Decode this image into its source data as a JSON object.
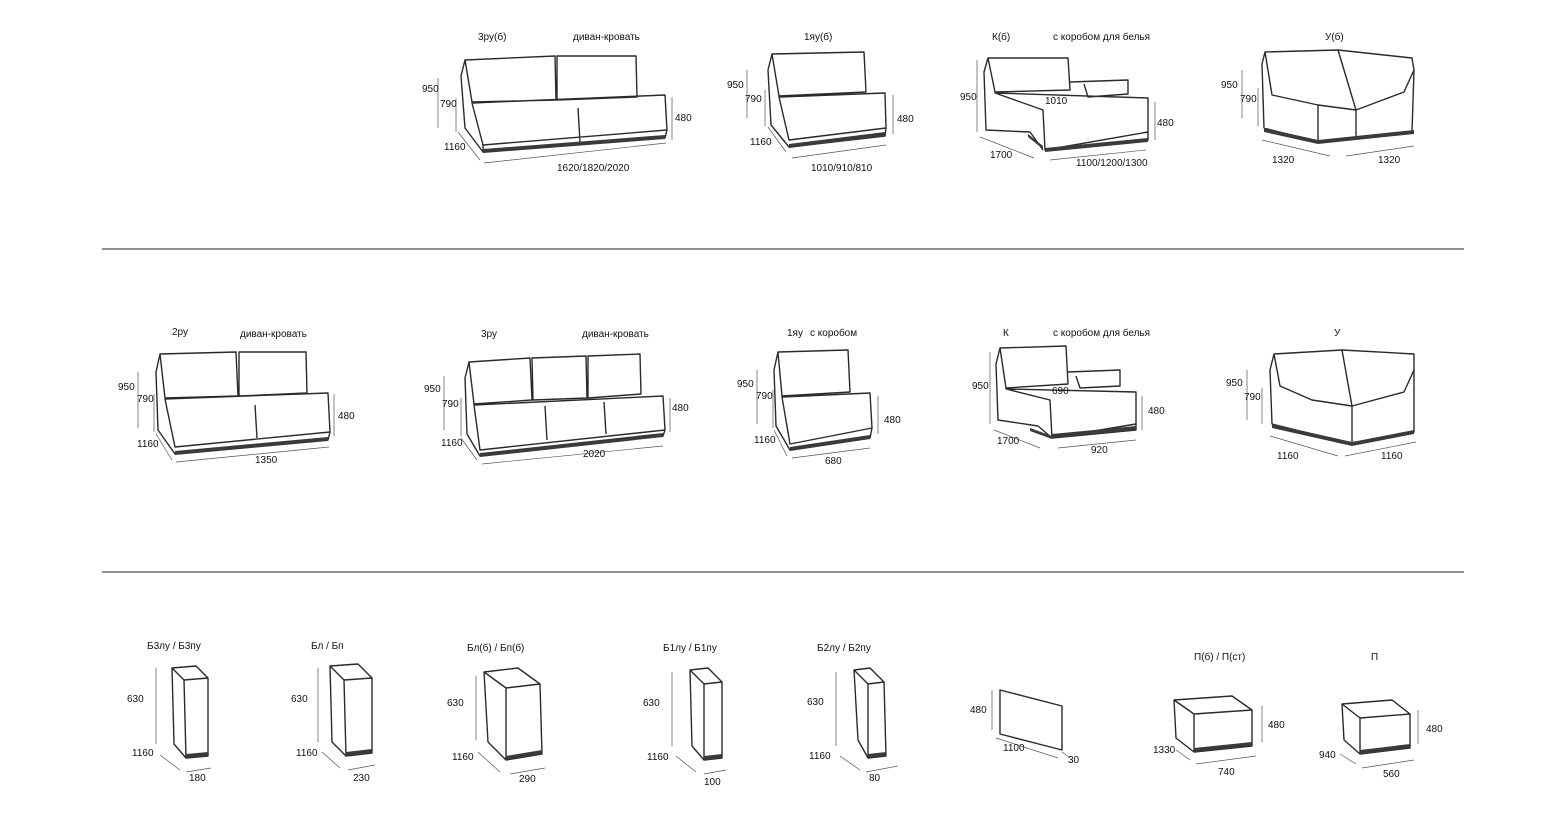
{
  "rows": [
    {
      "modules": [
        {
          "code": "3ру(б)",
          "note": "диван-кровать",
          "dims": [
            "950",
            "790",
            "480",
            "1160",
            "1620/1820/2020"
          ]
        },
        {
          "code": "1яу(б)",
          "note": "",
          "dims": [
            "950",
            "790",
            "480",
            "1160",
            "1010/910/810"
          ]
        },
        {
          "code": "К(б)",
          "note": "с коробом для белья",
          "dims": [
            "950",
            "1010",
            "480",
            "1700",
            "1100/1200/1300"
          ]
        },
        {
          "code": "У(б)",
          "note": "",
          "dims": [
            "950",
            "790",
            "1320",
            "1320"
          ]
        }
      ]
    },
    {
      "modules": [
        {
          "code": "2ру",
          "note": "диван-кровать",
          "dims": [
            "950",
            "790",
            "480",
            "1160",
            "1350"
          ]
        },
        {
          "code": "3ру",
          "note": "диван-кровать",
          "dims": [
            "950",
            "790",
            "480",
            "1160",
            "2020"
          ]
        },
        {
          "code": "1яу",
          "note": "с коробом",
          "dims": [
            "950",
            "790",
            "480",
            "1160",
            "680"
          ]
        },
        {
          "code": "К",
          "note": "с коробом для белья",
          "dims": [
            "950",
            "690",
            "480",
            "1700",
            "920"
          ]
        },
        {
          "code": "У",
          "note": "",
          "dims": [
            "950",
            "790",
            "1160",
            "1160"
          ]
        }
      ]
    },
    {
      "modules": [
        {
          "code": "Б3лу / Б3пу",
          "dims": [
            "630",
            "1160",
            "180"
          ]
        },
        {
          "code": "Бл / Бп",
          "dims": [
            "630",
            "1160",
            "230"
          ]
        },
        {
          "code": "Бл(б) / Бп(б)",
          "dims": [
            "630",
            "1160",
            "290"
          ]
        },
        {
          "code": "Б1лу / Б1пу",
          "dims": [
            "630",
            "1160",
            "100"
          ]
        },
        {
          "code": "Б2лу / Б2пу",
          "dims": [
            "630",
            "1160",
            "80"
          ]
        },
        {
          "code": "",
          "dims": [
            "480",
            "1100",
            "30"
          ]
        },
        {
          "code": "П(б) / П(ст)",
          "dims": [
            "480",
            "1330",
            "740"
          ]
        },
        {
          "code": "П",
          "dims": [
            "480",
            "940",
            "560"
          ]
        }
      ]
    }
  ]
}
